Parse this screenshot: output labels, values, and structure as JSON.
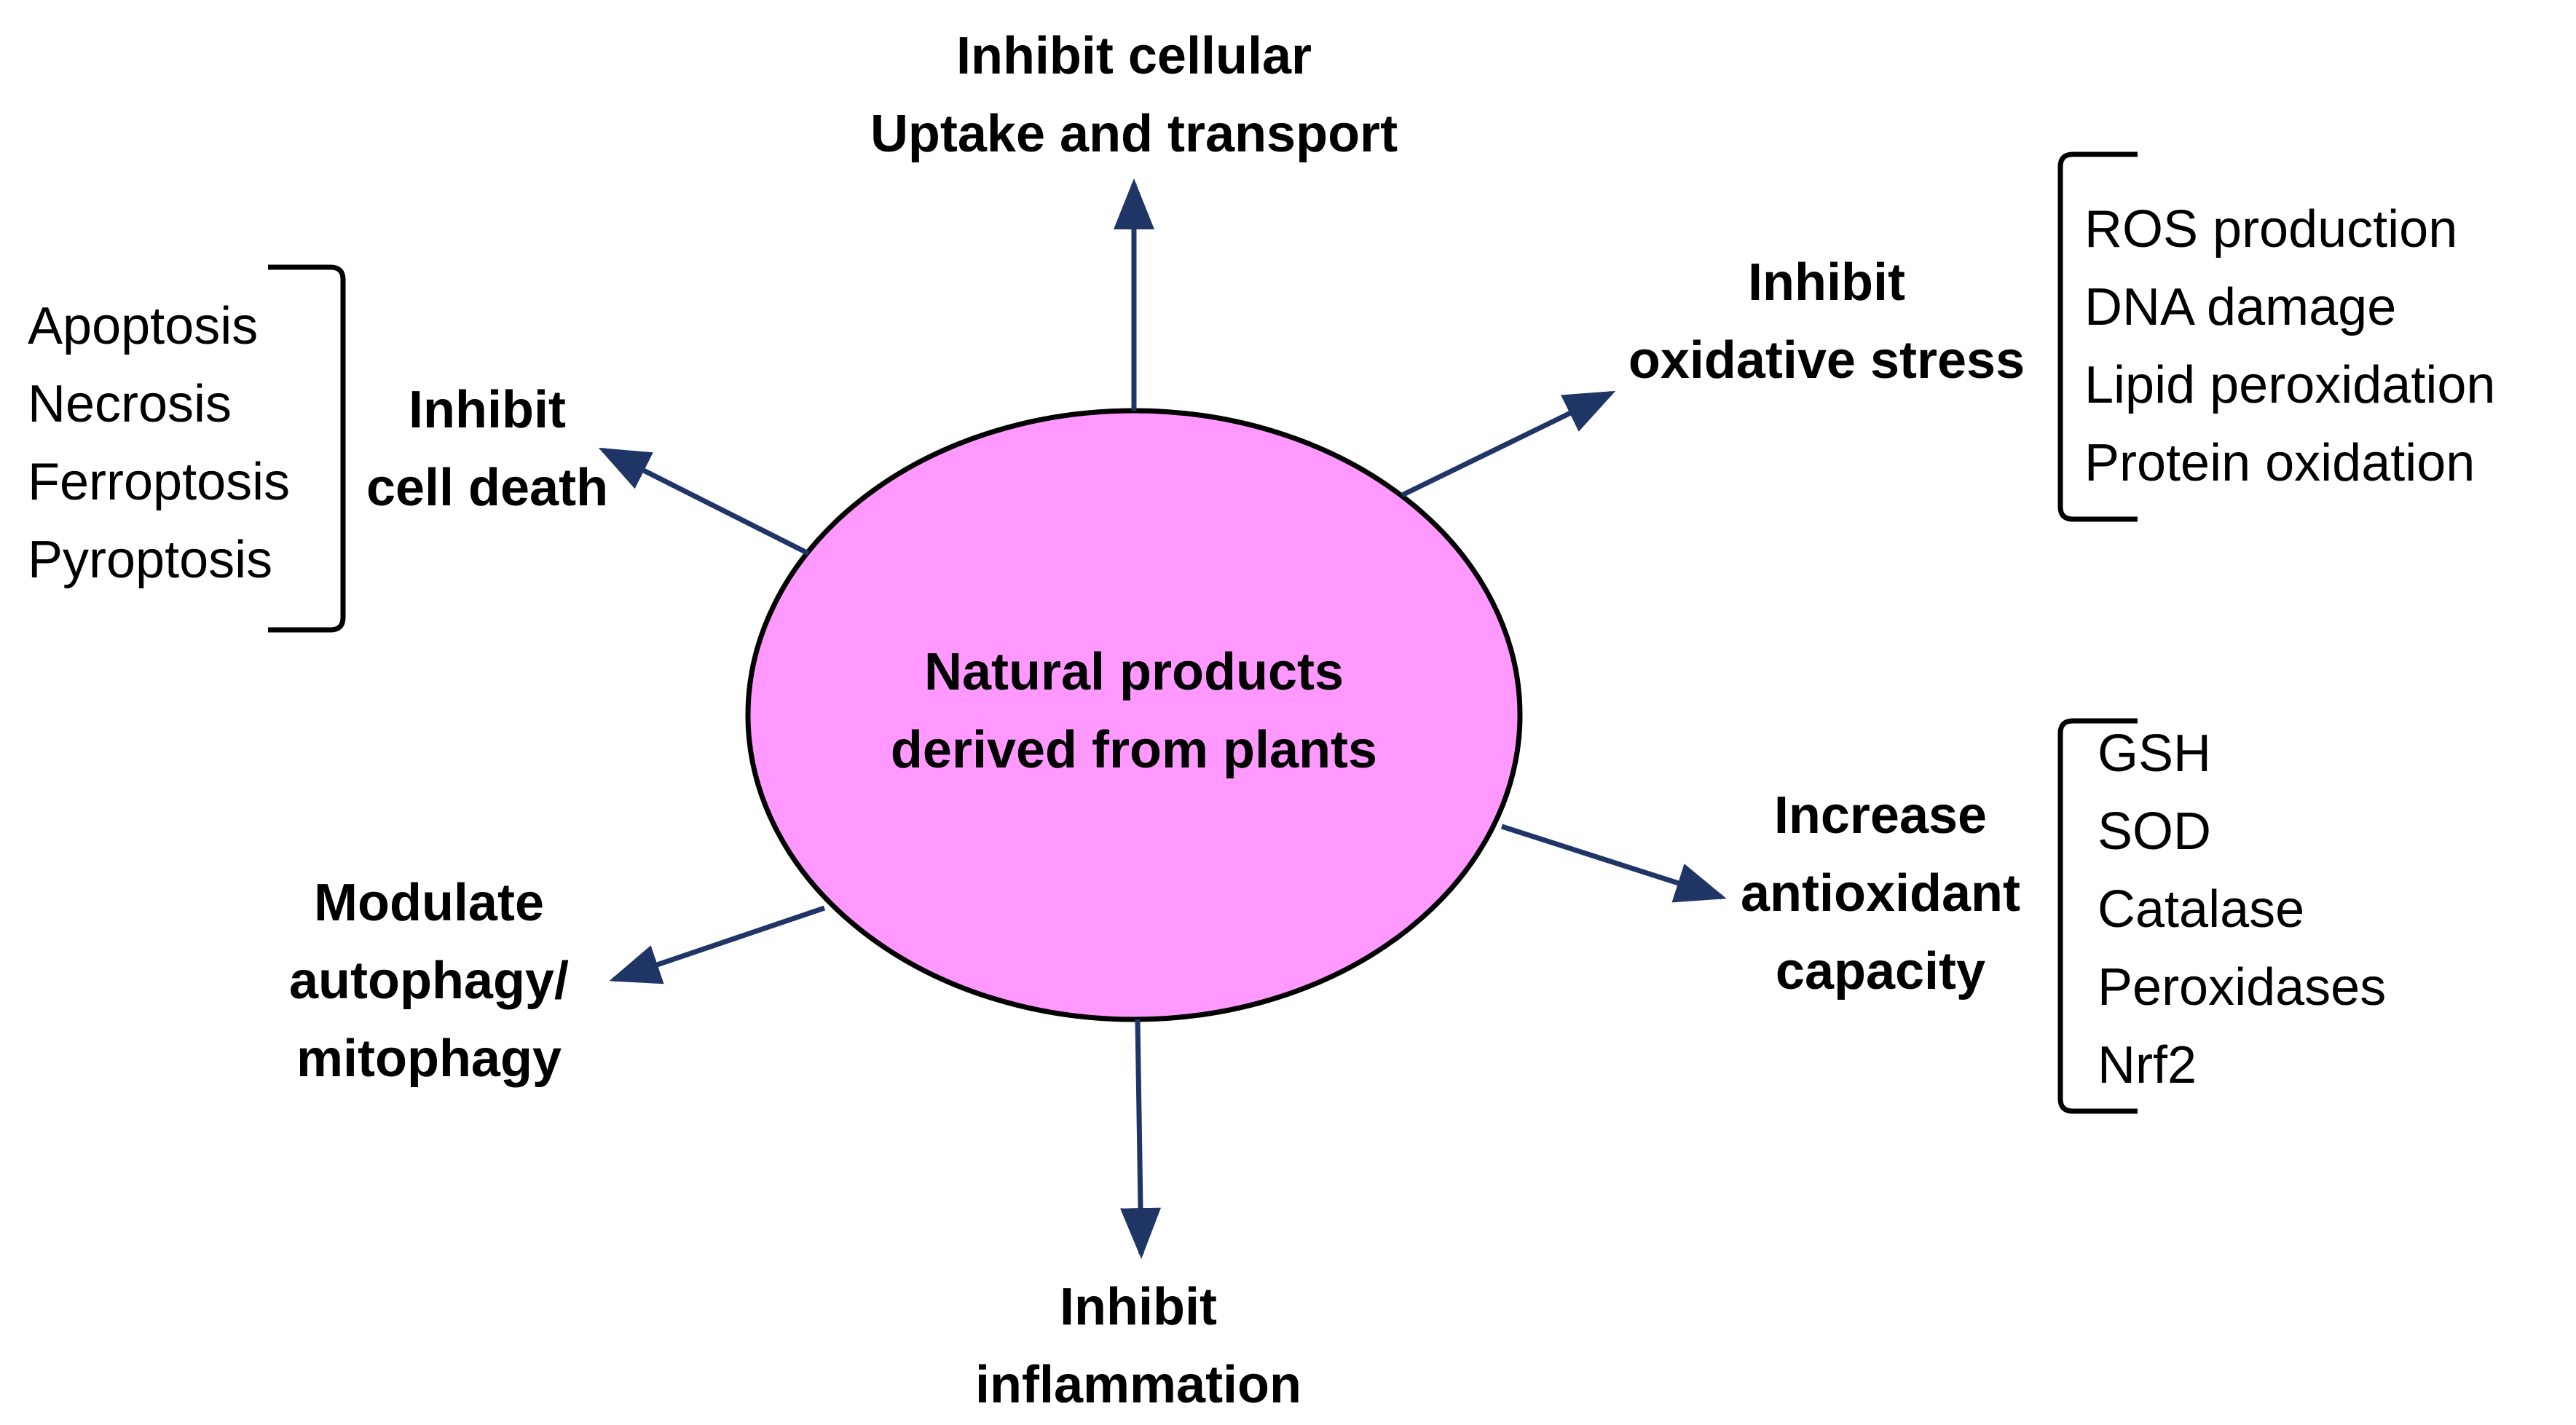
{
  "center": {
    "line1": "Natural products",
    "line2": "derived from plants",
    "fill": "#ff99ff"
  },
  "nodes": {
    "uptake": {
      "line1": "Inhibit cellular",
      "line2": "Uptake and transport"
    },
    "oxidative": {
      "line1": "Inhibit",
      "line2": "oxidative stress"
    },
    "cell_death": {
      "line1": "Inhibit",
      "line2": "cell death"
    },
    "antioxidant": {
      "line1": "Increase",
      "line2": "antioxidant",
      "line3": "capacity"
    },
    "autophagy": {
      "line1": "Modulate",
      "line2": "autophagy/",
      "line3": "mitophagy"
    },
    "inflammation": {
      "line1": "Inhibit",
      "line2": "inflammation"
    }
  },
  "lists": {
    "cell_death": [
      "Apoptosis",
      "Necrosis",
      "Ferroptosis",
      "Pyroptosis"
    ],
    "oxidative": [
      "ROS production",
      "DNA damage",
      "Lipid peroxidation",
      "Protein oxidation"
    ],
    "antioxidant": [
      "GSH",
      "SOD",
      "Catalase",
      "Peroxidases",
      "Nrf2"
    ]
  },
  "colors": {
    "arrow": "#1f3566",
    "ellipse_stroke": "#000000",
    "text": "#000000"
  }
}
